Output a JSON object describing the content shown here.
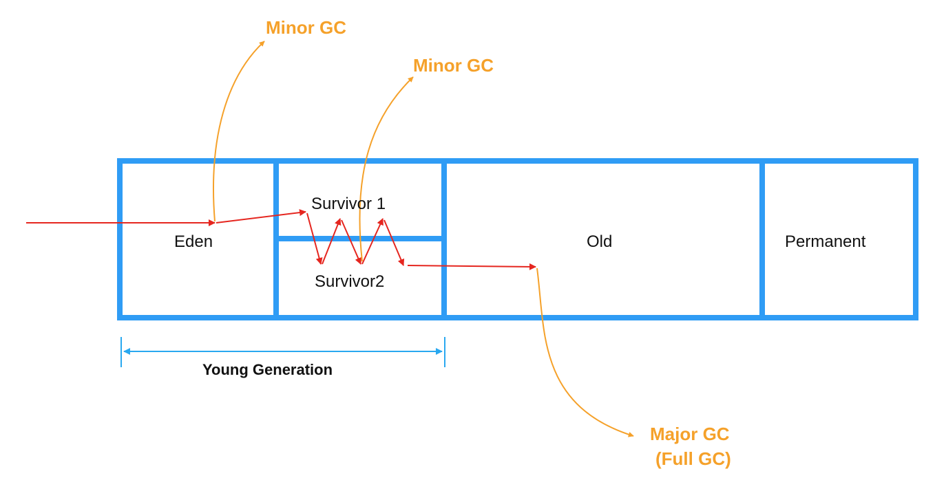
{
  "regions": {
    "eden": "Eden",
    "survivor1": "Survivor 1",
    "survivor2": "Survivor2",
    "old": "Old",
    "permanent": "Permanent"
  },
  "young_generation": "Young Generation",
  "minor_gc_1": "Minor GC",
  "minor_gc_2": "Minor GC",
  "major_gc": "Major GC",
  "full_gc": "(Full GC)",
  "colors": {
    "frame": "#2f9cf5",
    "bracket": "#29a8f0",
    "object_flow": "#e5261f",
    "gc": "#f5a12a"
  }
}
